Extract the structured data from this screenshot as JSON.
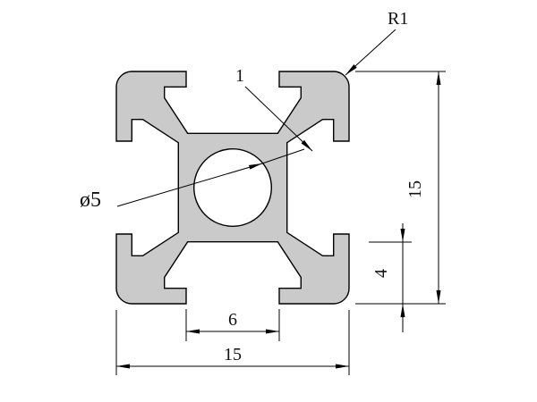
{
  "drawing_type": "aluminum-extrusion-profile-cross-section",
  "colors": {
    "background": "#ffffff",
    "profile_fill": "#cacaca",
    "line": "#000000"
  },
  "dimensions": {
    "corner_radius": "R1",
    "wall_thickness": "1",
    "hole_diameter": "ø5",
    "overall_height": "15",
    "slot_depth": "4",
    "slot_width": "6",
    "overall_width": "15"
  }
}
